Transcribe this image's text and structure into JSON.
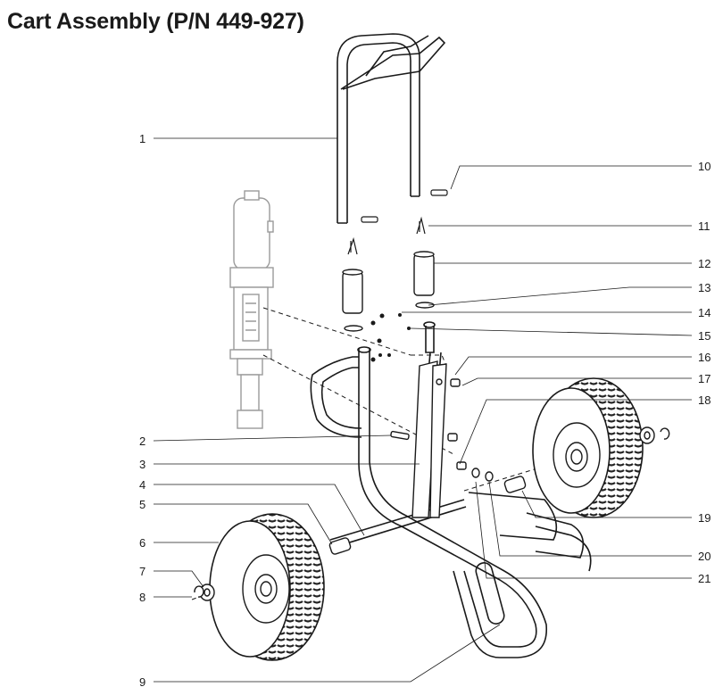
{
  "title": "Cart Assembly (P/N 449-927)",
  "callouts_left": [
    {
      "num": "1"
    },
    {
      "num": "2"
    },
    {
      "num": "3"
    },
    {
      "num": "4"
    },
    {
      "num": "5"
    },
    {
      "num": "6"
    },
    {
      "num": "7"
    },
    {
      "num": "8"
    },
    {
      "num": "9"
    }
  ],
  "callouts_right": [
    {
      "num": "10"
    },
    {
      "num": "11"
    },
    {
      "num": "12"
    },
    {
      "num": "13"
    },
    {
      "num": "14"
    },
    {
      "num": "15"
    },
    {
      "num": "16"
    },
    {
      "num": "17"
    },
    {
      "num": "18"
    },
    {
      "num": "19"
    },
    {
      "num": "20"
    },
    {
      "num": "21"
    }
  ],
  "colors": {
    "line": "#1a1a1a",
    "phantom": "#9a9a9a",
    "tire": "#222222"
  }
}
